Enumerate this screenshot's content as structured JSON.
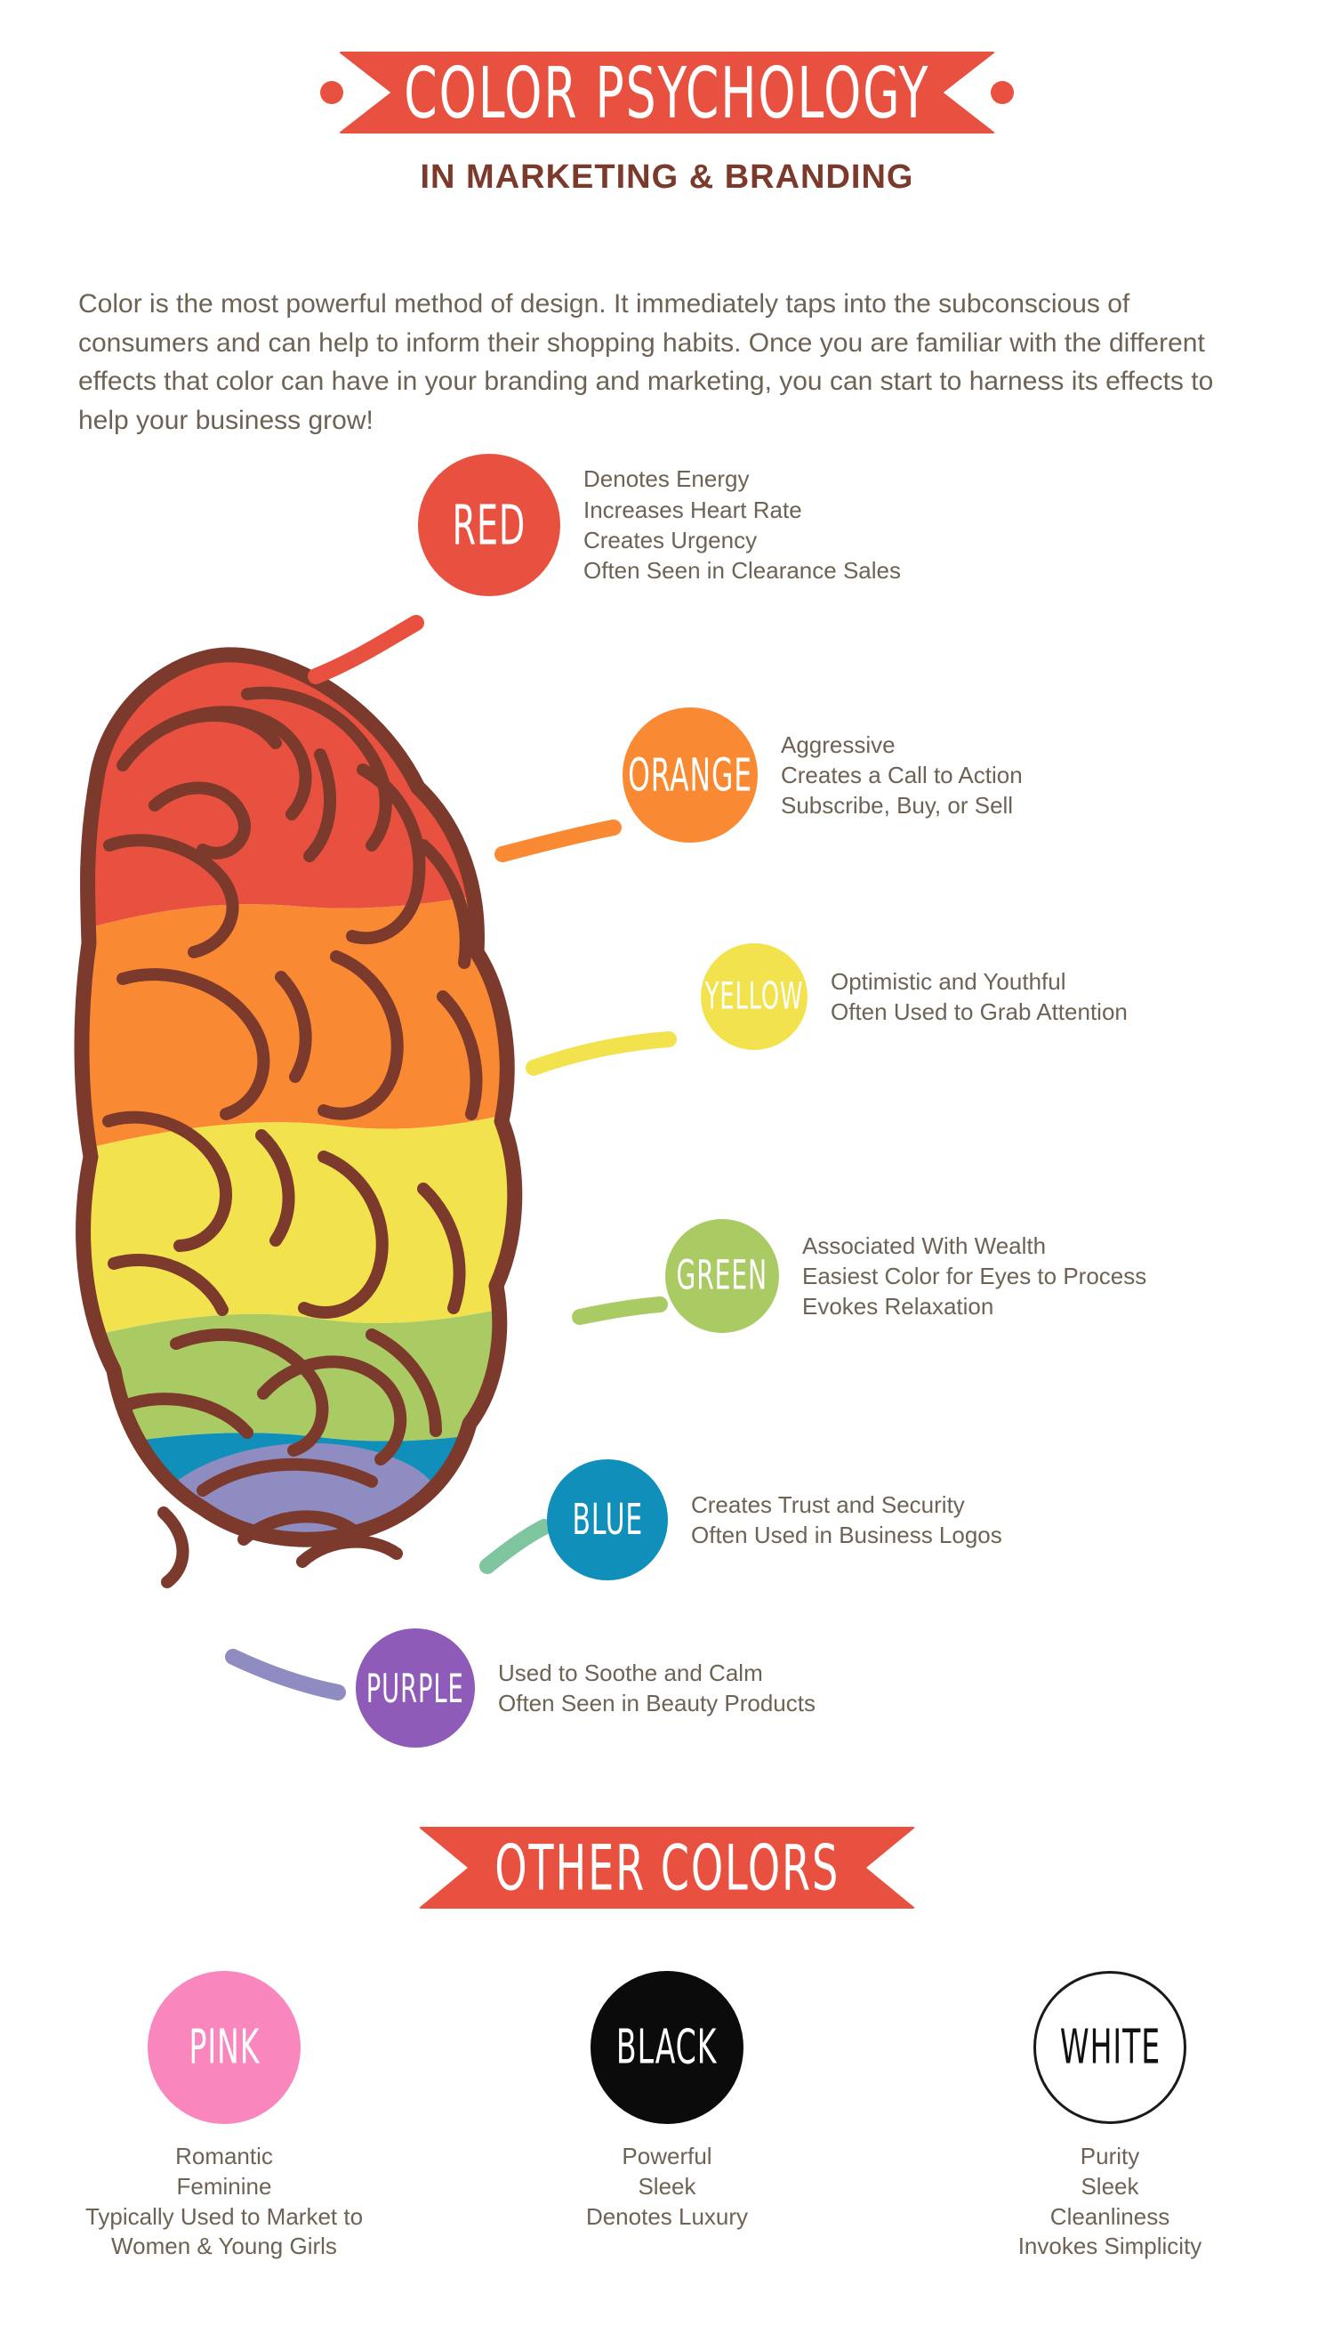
{
  "header": {
    "title": "Color Psychology",
    "subtitle": "IN MARKETING & BRANDING",
    "ribbon_color": "#E8513F",
    "subtitle_color": "#7B3A2C"
  },
  "intro": {
    "paragraph": "Color is the most powerful method of design. It immediately taps into the subconscious of consumers and can help to inform their shopping habits. Once you are familiar with the different effects that color can have in your branding and marketing, you can start to harness its effects to help your business grow!"
  },
  "colors": [
    {
      "name": "RED",
      "hex": "#E8513F",
      "description": "Denotes Energy\nIncreases Heart Rate\nCreates Urgency\nOften Seen in Clearance Sales"
    },
    {
      "name": "ORANGE",
      "hex": "#F98A33",
      "description": "Aggressive\nCreates a Call to Action\nSubscribe, Buy, or Sell"
    },
    {
      "name": "YELLOW",
      "hex": "#F2E34E",
      "description": "Optimistic and Youthful\nOften Used to Grab Attention"
    },
    {
      "name": "GREEN",
      "hex": "#AACB64",
      "description": "Associated With Wealth\nEasiest Color for Eyes to Process\nEvokes Relaxation"
    },
    {
      "name": "BLUE",
      "hex": "#0F8FBA",
      "description": "Creates Trust and Security\nOften Used in Business Logos"
    },
    {
      "name": "PURPLE",
      "hex": "#8E5CB8",
      "description": "Used to Soothe and Calm\nOften Seen in Beauty Products"
    }
  ],
  "other_section": {
    "banner_title": "Other Colors",
    "items": [
      {
        "name": "PINK",
        "hex": "#F987BE",
        "description": "Romantic\nFeminine\nTypically Used to Market to\nWomen & Young Girls"
      },
      {
        "name": "BLACK",
        "hex": "#0B0B0B",
        "description": "Powerful\nSleek\nDenotes Luxury"
      },
      {
        "name": "WHITE",
        "hex": "#FFFFFF",
        "description": "Purity\nSleek\nCleanliness\nInvokes Simplicity"
      }
    ]
  },
  "brain": {
    "outline_color": "#7B3A2C",
    "bands": [
      "#E8513F",
      "#F98A33",
      "#F2E34E",
      "#AACB64",
      "#0F8FBA",
      "#8E8CC0"
    ]
  }
}
